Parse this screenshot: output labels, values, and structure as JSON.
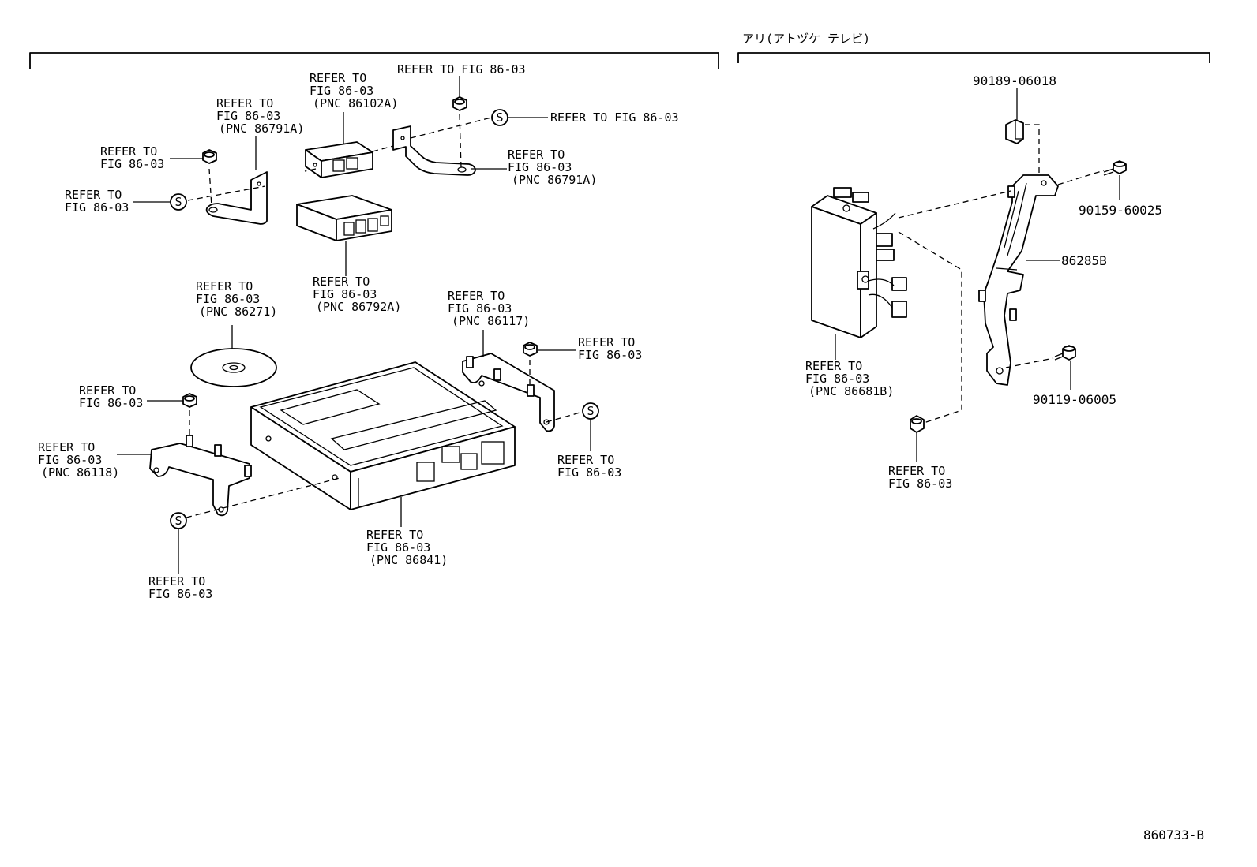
{
  "section_title": "アリ(アトヅケ テレビ)",
  "diagram_code": "860733-B",
  "callouts": {
    "c1": [
      "REFER TO",
      "FIG 86-03",
      "(PNC 86102A)"
    ],
    "c2": [
      "REFER TO FIG 86-03"
    ],
    "c3": [
      "REFER TO",
      "FIG 86-03",
      "(PNC 86791A)"
    ],
    "c4": [
      "REFER TO FIG 86-03"
    ],
    "c5": [
      "REFER TO",
      "FIG 86-03"
    ],
    "c6": [
      "REFER TO",
      "FIG 86-03",
      "(PNC 86791A)"
    ],
    "c7": [
      "REFER TO",
      "FIG 86-03"
    ],
    "c8": [
      "REFER TO",
      "FIG 86-03",
      "(PNC 86792A)"
    ],
    "c9": [
      "REFER TO",
      "FIG 86-03",
      "(PNC 86271)"
    ],
    "c10": [
      "REFER TO",
      "FIG 86-03",
      "(PNC 86117)"
    ],
    "c11": [
      "REFER TO",
      "FIG 86-03"
    ],
    "c12": [
      "REFER TO",
      "FIG 86-03"
    ],
    "c13": [
      "REFER TO",
      "FIG 86-03",
      "(PNC 86118)"
    ],
    "c14": [
      "REFER TO",
      "FIG 86-03"
    ],
    "c15": [
      "REFER TO",
      "FIG 86-03"
    ],
    "c16": [
      "REFER TO",
      "FIG 86-03",
      "(PNC 86841)"
    ],
    "c17": [
      "REFER TO",
      "FIG 86-03",
      "(PNC 86681B)"
    ],
    "c18": [
      "REFER TO",
      "FIG 86-03"
    ]
  },
  "part_numbers": {
    "p1": "90189-06018",
    "p2": "90159-60025",
    "p3": "86285B",
    "p4": "90119-06005"
  },
  "screw_symbol": "S"
}
